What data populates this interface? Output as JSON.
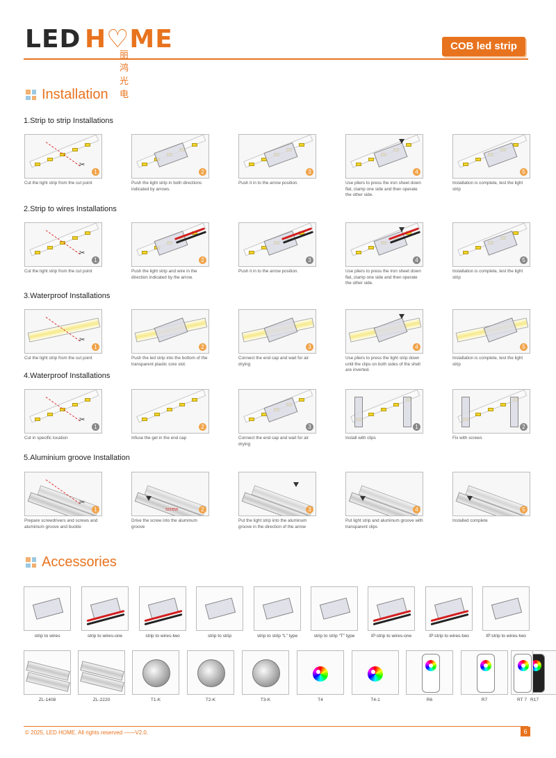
{
  "header": {
    "logo_led": "LED",
    "logo_home": "H♡ME",
    "logo_cn": "丽鸿光电",
    "badge": "COB led strip"
  },
  "installation": {
    "title": "Installation",
    "sections": [
      {
        "title": "1.Strip to strip Installations",
        "steps": [
          {
            "num": "1",
            "caption": "Cut the light strip from the cut point"
          },
          {
            "num": "2",
            "caption": "Push the light strip in both directions indicated by arrows."
          },
          {
            "num": "3",
            "caption": "Push it in to the arrow position."
          },
          {
            "num": "4",
            "caption": "Use pliers to press the iron sheet down flat, clamp one side and then operate the other side."
          },
          {
            "num": "5",
            "caption": "Installation is complete, test the light strip"
          }
        ]
      },
      {
        "title": "2.Strip to wires Installations",
        "steps": [
          {
            "num": "1",
            "caption": "Cut the light strip from the cut point"
          },
          {
            "num": "2",
            "caption": "Push the light strip and wire in the direction indicated by the arrow."
          },
          {
            "num": "3",
            "caption": "Push it in to the arrow position."
          },
          {
            "num": "4",
            "caption": "Use pliers to press the iron sheet down flat, clamp one side and then operate the other side."
          },
          {
            "num": "5",
            "caption": "Installation is complete, test the light strip"
          }
        ]
      },
      {
        "title": "3.Waterproof Installations",
        "steps": [
          {
            "num": "1",
            "caption": "Cut the light strip from the cut point"
          },
          {
            "num": "2",
            "caption": "Push the led strip into the bottom of the transparent plastic core slot."
          },
          {
            "num": "3",
            "caption": "Connect the end cap and wait  for air drying"
          },
          {
            "num": "4",
            "caption": "Use pliers to press the light strip down until the clips on both sides of the shell are inverted."
          },
          {
            "num": "5",
            "caption": "Installation is complete, test the light strip"
          }
        ]
      },
      {
        "title": "4.Waterproof Installations",
        "steps": [
          {
            "num": "1",
            "caption": "Cut  in specific  location"
          },
          {
            "num": "2",
            "caption": "Infuse the gel in the end cap"
          },
          {
            "num": "3",
            "caption": "Connect the end cap and wait  for air drying"
          },
          {
            "num": "1",
            "caption": "Install with clips"
          },
          {
            "num": "2",
            "caption": "Fix with screws"
          }
        ]
      },
      {
        "title": "5.Aluminium groove Installation",
        "steps": [
          {
            "num": "1",
            "caption": "Prepare screwdrivers and screws and aluminium groove and buckle"
          },
          {
            "num": "2",
            "caption": "Drive the screw into the aluminum groove",
            "label": "screw"
          },
          {
            "num": "3",
            "caption": "Put the light strip into the aluminum groove in the direction of the arrow"
          },
          {
            "num": "4",
            "caption": "Put light strip and aluminum groove with transparent clips"
          },
          {
            "num": "5",
            "caption": "Installed complete"
          }
        ]
      }
    ]
  },
  "accessories": {
    "title": "Accessories",
    "row1": [
      {
        "caption": "strip to wires",
        "icon": "connector-icon"
      },
      {
        "caption": "strip to wires-one",
        "icon": "connector-wire-icon"
      },
      {
        "caption": "strip to wires-two",
        "icon": "connector-wire-icon"
      },
      {
        "caption": "strip to strip",
        "icon": "connector-icon"
      },
      {
        "caption": "strip to strip “L” type",
        "icon": "l-connector-icon"
      },
      {
        "caption": "strip to strip “T” type",
        "icon": "t-connector-icon"
      },
      {
        "caption": "IP:strip to wires-one",
        "icon": "ip-connector-icon"
      },
      {
        "caption": "IP:strip to wires-two",
        "icon": "ip-connector-icon"
      },
      {
        "caption": "IP:strip to wires-two",
        "icon": "clip-icon"
      }
    ],
    "row2": [
      {
        "caption": "ZL-1408",
        "icon": "aluminium-profile-icon"
      },
      {
        "caption": "ZL-2220",
        "icon": "aluminium-profile-icon"
      },
      {
        "caption": "T1-K",
        "icon": "dimmer-panel-icon"
      },
      {
        "caption": "T2-K",
        "icon": "dimmer-panel-icon"
      },
      {
        "caption": "T3-K",
        "icon": "dimmer-panel-icon"
      },
      {
        "caption": "T4",
        "icon": "touch-panel-icon"
      },
      {
        "caption": "T4-1",
        "icon": "touch-panel-icon"
      },
      {
        "caption": "R6",
        "icon": "remote-icon"
      },
      {
        "caption": "R7",
        "icon": "remote-icon"
      },
      {
        "caption": "R17",
        "icon": "remote-icon"
      },
      {
        "caption": "RT 7",
        "icon": "remote-icon"
      }
    ]
  },
  "footer": {
    "copyright": "© 2025, LED HOME. All rights reserved ——V2.0.",
    "page": "6"
  },
  "colors": {
    "accent": "#e8731e",
    "led_yellow": "#f2d32a"
  }
}
